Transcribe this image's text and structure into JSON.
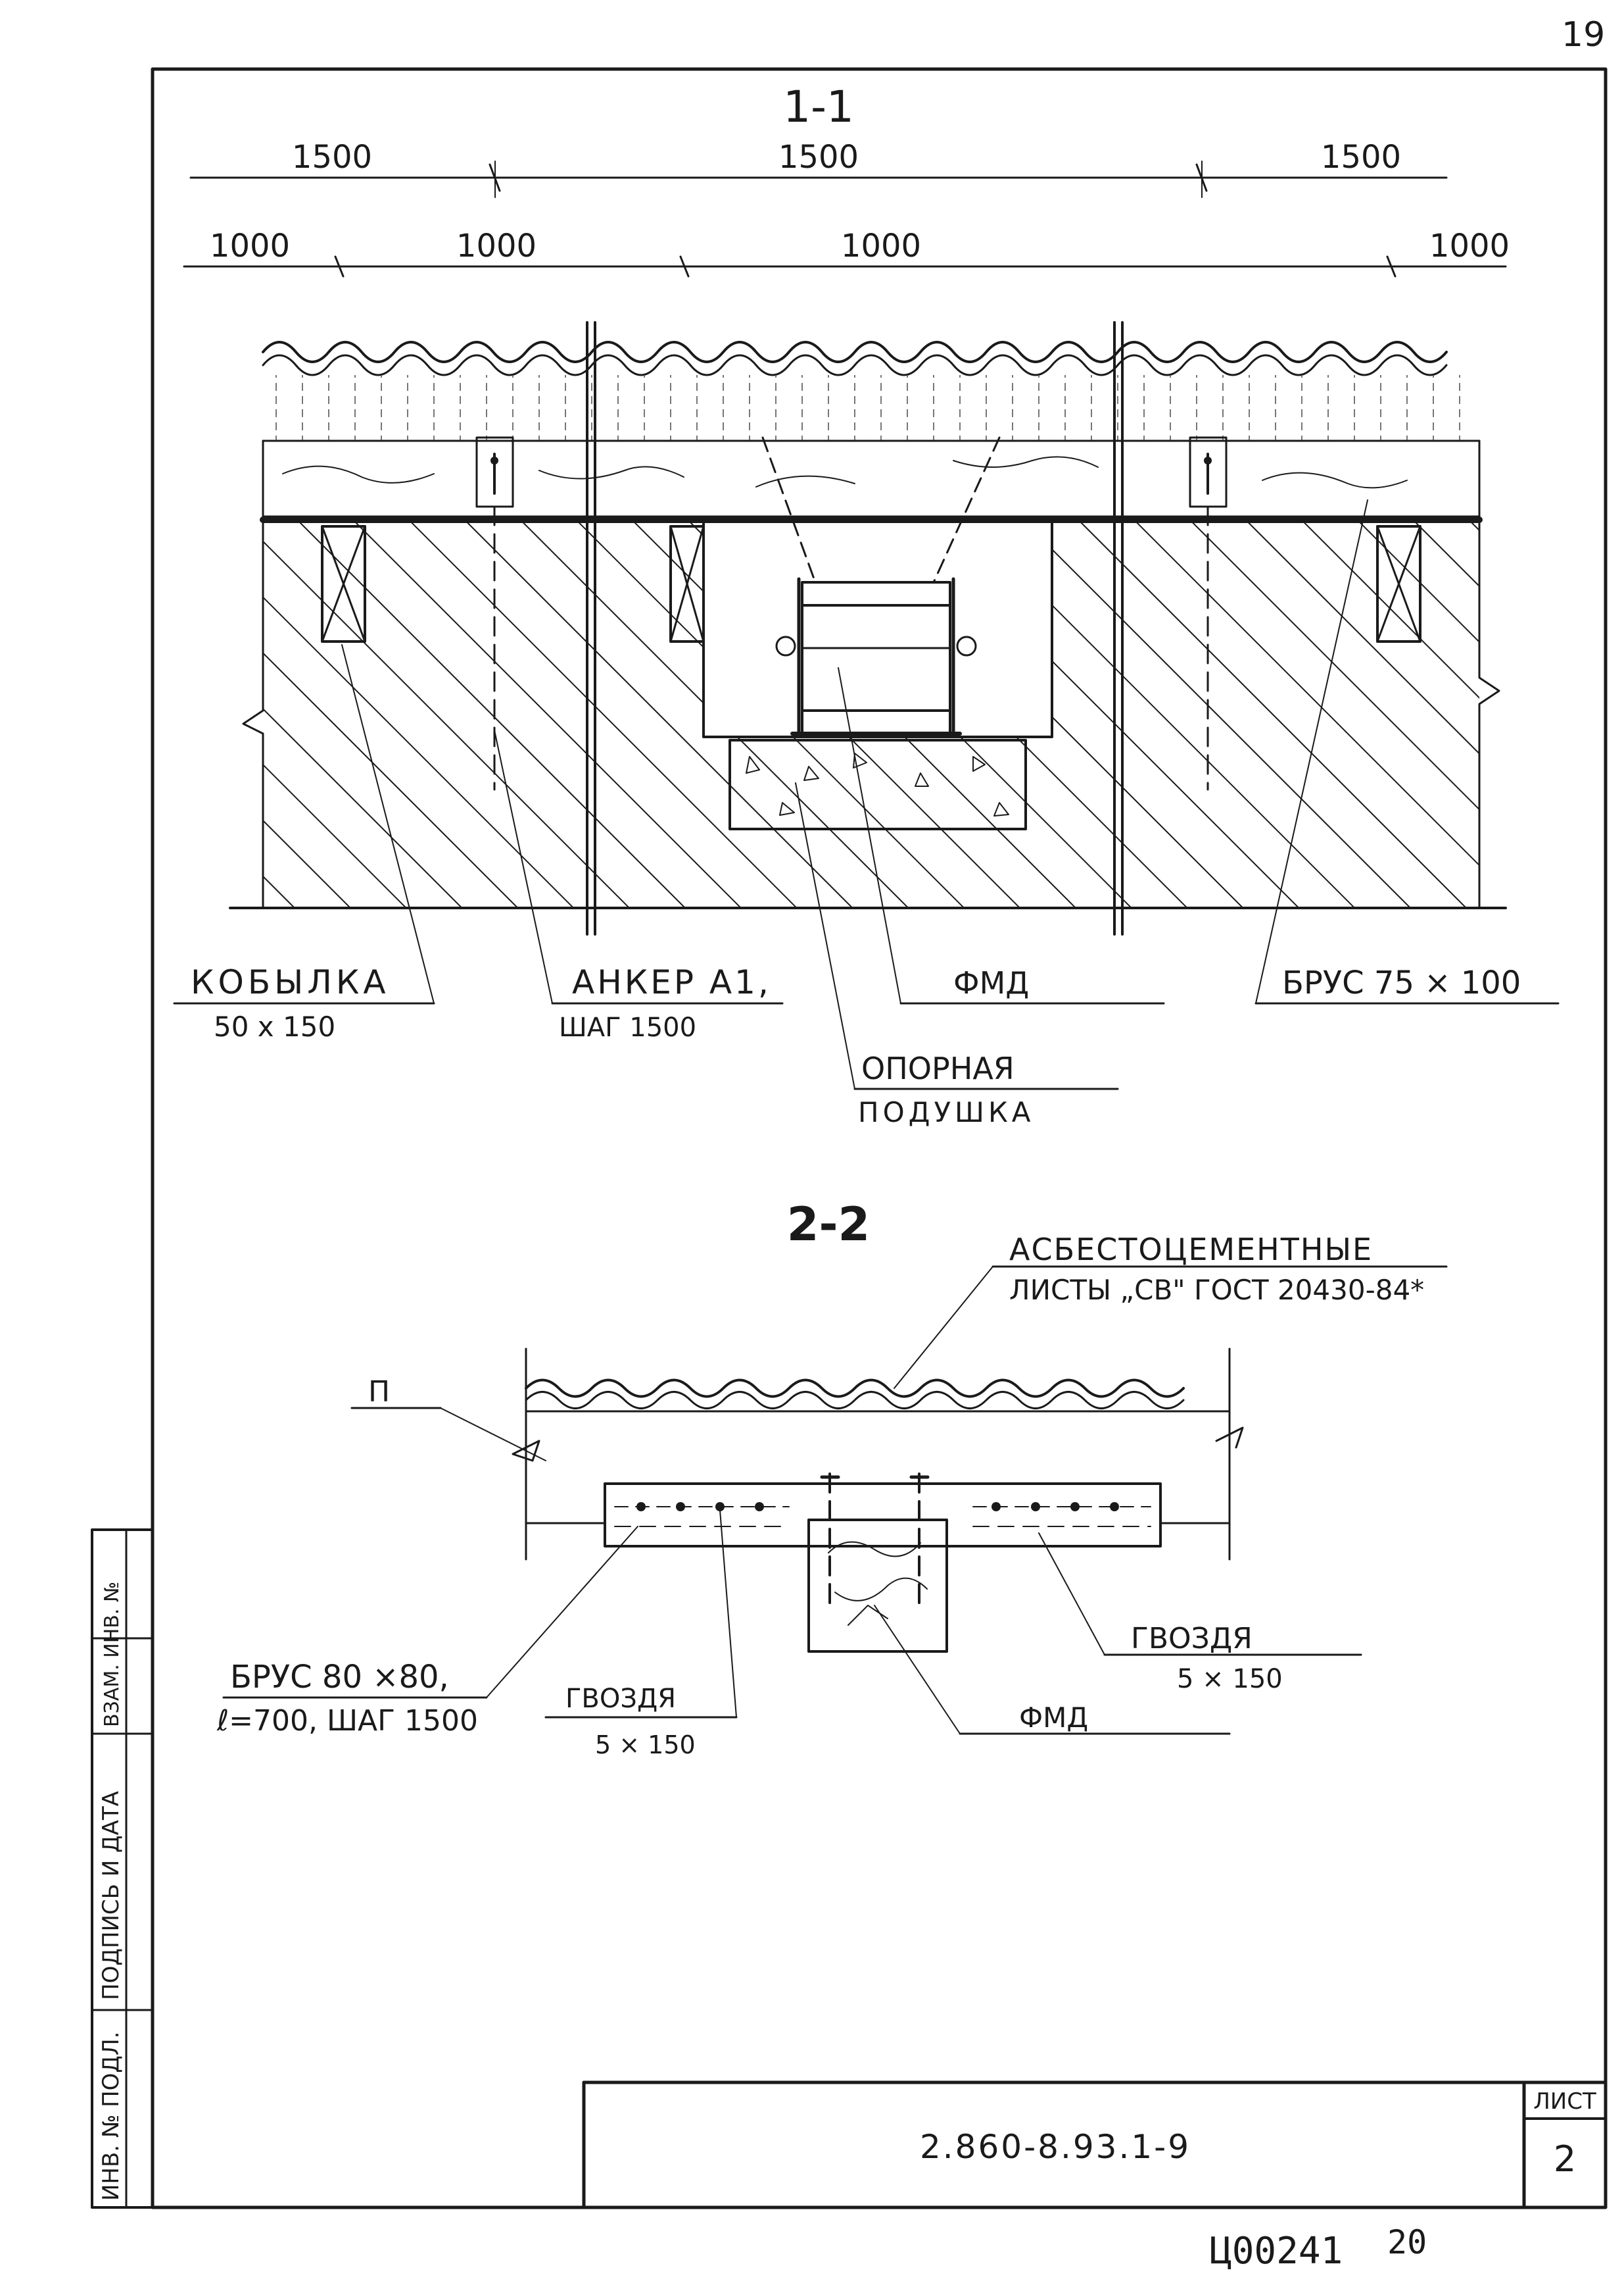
{
  "page_number": "19",
  "section_1": {
    "title": "1-1",
    "dims_top": [
      "1500",
      "1500",
      "1500"
    ],
    "dims_second": [
      "1000",
      "1000",
      "1000",
      "1000"
    ],
    "labels": {
      "kobylka": "КОБЫЛКА",
      "kobylka_size": "50 x 150",
      "anchor": "АНКЕР А1,",
      "anchor_step": "ШАГ 1500",
      "fmd": "ФМД",
      "brus": "БРУС 75 × 100",
      "support": "ОПОРНАЯ",
      "support_2": "ПОДУШКА"
    }
  },
  "section_2": {
    "title": "2-2",
    "sheets_line1": "АСБЕСТОЦЕМЕНТНЫЕ",
    "sheets_line2": "ЛИСТЫ „СВ\" ГОСТ 20430-84*",
    "p_label": "П",
    "brus_line1": "БРУС 80 ×80,",
    "brus_line2": "ℓ=700, ШАГ 1500",
    "nails_left": "ГВОЗДЯ",
    "nails_left_size": "5 × 150",
    "nails_right": "ГВОЗДЯ",
    "nails_right_size": "5 × 150",
    "fmd": "ФМД"
  },
  "side_stamp": {
    "col1": "ИНВ. № ПОДЛ.",
    "col2": "ПОДПИСЬ И ДАТА",
    "col3": "ВЗАМ. ИНВ. №",
    "col3b": "ИНВ. №"
  },
  "title_block": {
    "doc_code": "2.860-8.93.1-9",
    "sheet_label": "ЛИСТ",
    "sheet_number": "2"
  },
  "bottom_stamp": {
    "code": "Ц00241",
    "number": "20"
  }
}
